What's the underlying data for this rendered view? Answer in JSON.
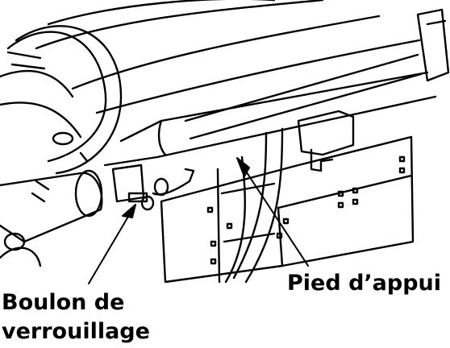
{
  "callouts": {
    "pied_appui": "Pied d’appui",
    "boulon_line1": "Boulon de",
    "boulon_line2": "verrouillage"
  },
  "colors": {
    "ink": "#000000",
    "paper": "#ffffff"
  },
  "icons": {
    "drawing": "technical-line-drawing"
  }
}
